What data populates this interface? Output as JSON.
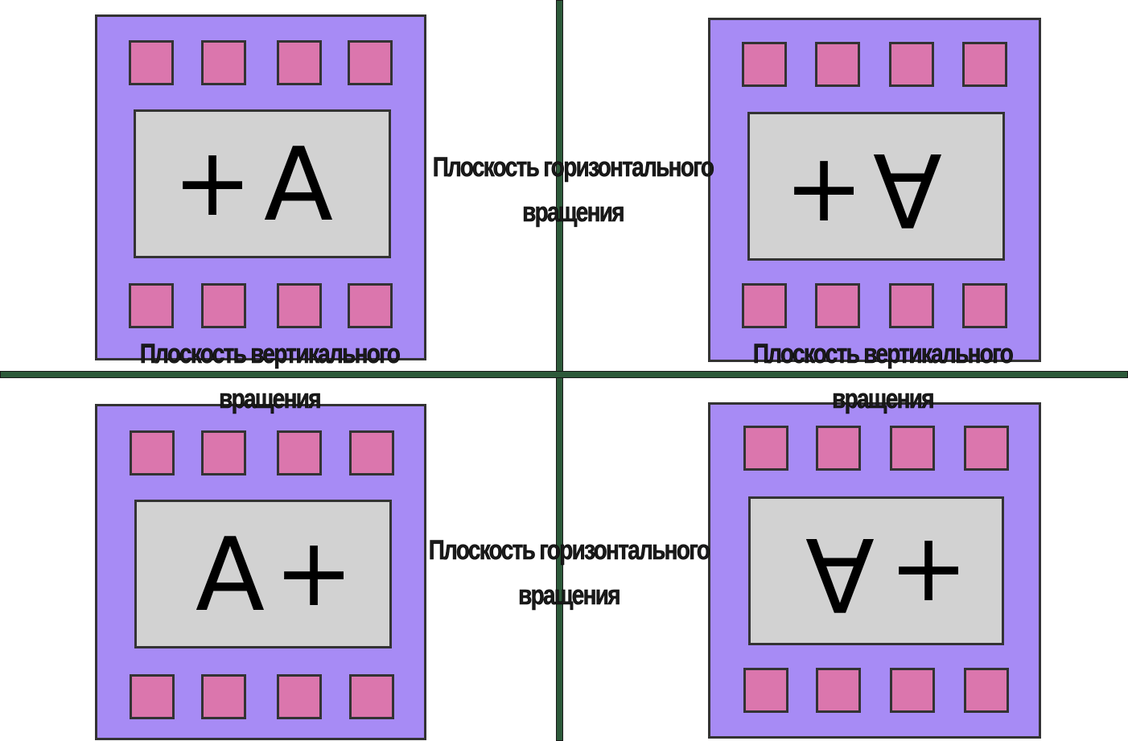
{
  "colors": {
    "frame": "#a78bf5",
    "sprocket_hole": "#db76ad",
    "screen": "#d2d2d2",
    "outline": "#333333",
    "axis": "#2d5a3a"
  },
  "frames": {
    "top_left": {
      "left_glyph": "+",
      "right_glyph": "A",
      "flipped_glyph": "none"
    },
    "top_right": {
      "left_glyph": "+",
      "right_glyph": "A",
      "flipped_glyph": "right"
    },
    "bottom_left": {
      "left_glyph": "A",
      "right_glyph": "+",
      "flipped_glyph": "none"
    },
    "bottom_right": {
      "left_glyph": "A",
      "right_glyph": "+",
      "flipped_glyph": "left"
    }
  },
  "labels": {
    "horizontal_top": {
      "line1": "Плоскость горизонтального",
      "line2": "вращения"
    },
    "vertical_left": {
      "line1": "Плоскость вертикального",
      "line2": "вращения"
    },
    "vertical_right": {
      "line1": "Плоскость вертикального",
      "line2": "вращения"
    },
    "horizontal_bottom": {
      "line1": "Плоскость горизонтального",
      "line2": "вращения"
    }
  }
}
